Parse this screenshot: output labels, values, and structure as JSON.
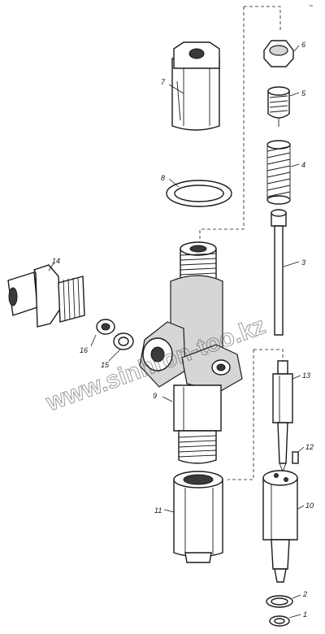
{
  "watermark": "www.sinhron-too.kz",
  "corner_mark": "~",
  "parts": [
    {
      "id": "part-1",
      "label": "1"
    },
    {
      "id": "part-2",
      "label": "2"
    },
    {
      "id": "part-3",
      "label": "3"
    },
    {
      "id": "part-4",
      "label": "4"
    },
    {
      "id": "part-5",
      "label": "5"
    },
    {
      "id": "part-6",
      "label": "6"
    },
    {
      "id": "part-7",
      "label": "7"
    },
    {
      "id": "part-8",
      "label": "8"
    },
    {
      "id": "part-9",
      "label": "9"
    },
    {
      "id": "part-10",
      "label": "10"
    },
    {
      "id": "part-11",
      "label": "11"
    },
    {
      "id": "part-12",
      "label": "12"
    },
    {
      "id": "part-13",
      "label": "13"
    },
    {
      "id": "part-14",
      "label": "14"
    },
    {
      "id": "part-15",
      "label": "15"
    },
    {
      "id": "part-16",
      "label": "16"
    }
  ]
}
